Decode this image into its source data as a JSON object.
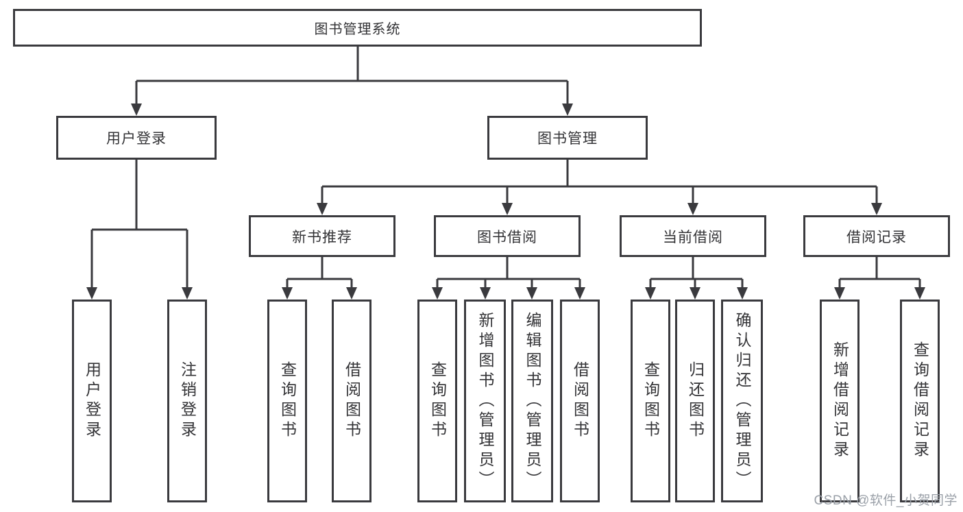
{
  "diagram_type": "hierarchy",
  "colors": {
    "line": "#3a3a3e",
    "text": "#333336",
    "watermark": "#9aa0a8"
  },
  "tree": {
    "label": "图书管理系统",
    "children": [
      {
        "label": "用户登录",
        "children": [
          {
            "label": "用户登录"
          },
          {
            "label": "注销登录"
          }
        ]
      },
      {
        "label": "图书管理",
        "children": [
          {
            "label": "新书推荐",
            "children": [
              {
                "label": "查询图书"
              },
              {
                "label": "借阅图书"
              }
            ]
          },
          {
            "label": "图书借阅",
            "children": [
              {
                "label": "查询图书"
              },
              {
                "label": "新增图书（管理员）"
              },
              {
                "label": "编辑图书（管理员）"
              },
              {
                "label": "借阅图书"
              }
            ]
          },
          {
            "label": "当前借阅",
            "children": [
              {
                "label": "查询图书"
              },
              {
                "label": "归还图书"
              },
              {
                "label": "确认归还（管理员）"
              }
            ]
          },
          {
            "label": "借阅记录",
            "children": [
              {
                "label": "新增借阅记录"
              },
              {
                "label": "查询借阅记录"
              }
            ]
          }
        ]
      }
    ]
  },
  "watermark": {
    "text": "CSDN @软件_小贺同学"
  }
}
